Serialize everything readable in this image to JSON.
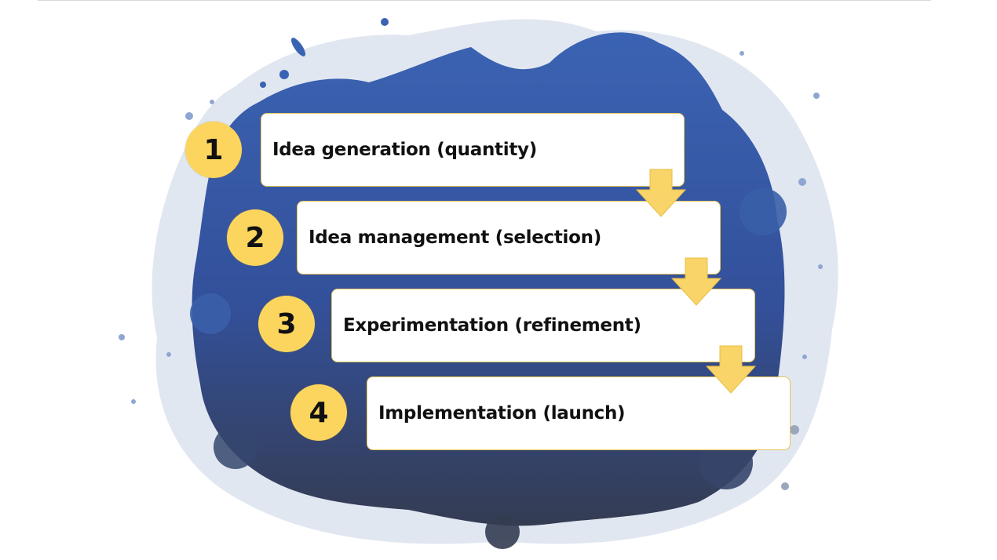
{
  "colors": {
    "splash_top": "#3b63b3",
    "splash_bottom": "#343c52",
    "badge_fill": "#fbd55d",
    "box_border": "#e6c456",
    "arrow_fill": "#f9d468",
    "arrow_stroke": "#e9bd45",
    "text": "#111111"
  },
  "steps": [
    {
      "number": "1",
      "label": "Idea generation (quantity)"
    },
    {
      "number": "2",
      "label": "Idea management (selection)"
    },
    {
      "number": "3",
      "label": "Experimentation (refinement)"
    },
    {
      "number": "4",
      "label": "Implementation (launch)"
    }
  ]
}
